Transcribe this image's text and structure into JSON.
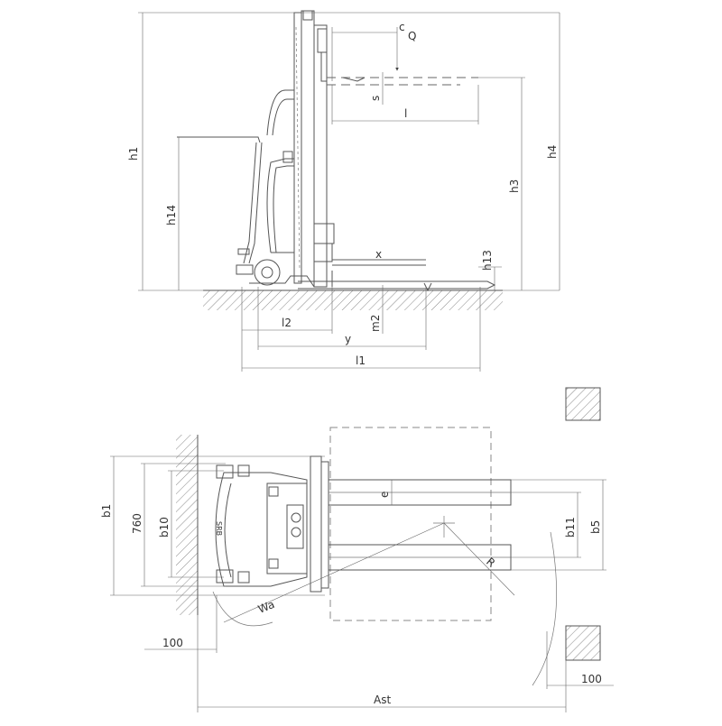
{
  "labels": {
    "c": "c",
    "Q": "Q",
    "s": "s",
    "l": "l",
    "h1": "h1",
    "h4": "h4",
    "h3": "h3",
    "h14": "h14",
    "h13": "h13",
    "x": "x",
    "l2": "l2",
    "m2": "m2",
    "y": "y",
    "l1": "l1",
    "e": "e",
    "b1": "b1",
    "dim760": "760",
    "b10": "b10",
    "b11": "b11",
    "b5": "b5",
    "R": "R",
    "Wa": "Wa",
    "dim100_left": "100",
    "dim100_right": "100",
    "Ast": "Ast",
    "brand": "SRB"
  }
}
